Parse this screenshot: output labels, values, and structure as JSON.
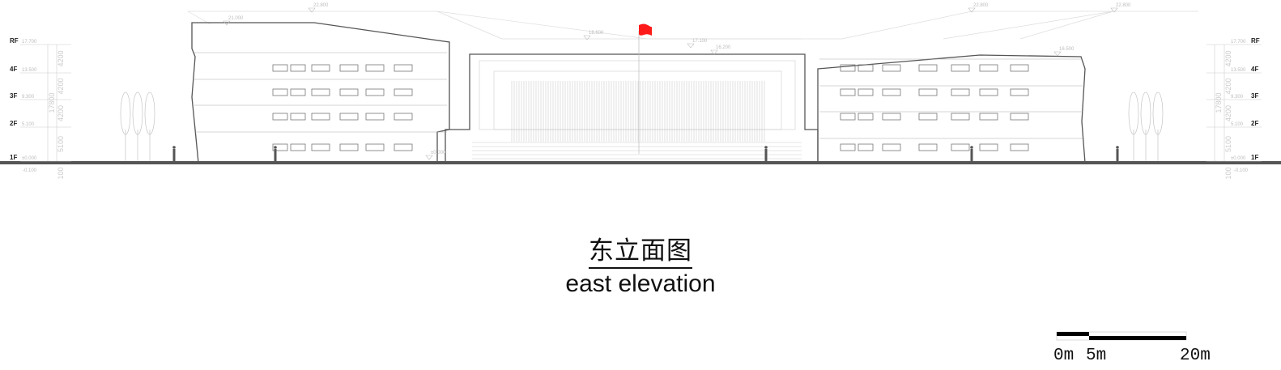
{
  "title": {
    "chinese": "东立面图",
    "english": "east elevation"
  },
  "flag_color": "#ff1a1a",
  "levels": [
    {
      "name": "RF",
      "elevation": "17.700"
    },
    {
      "name": "4F",
      "elevation": "13.500"
    },
    {
      "name": "3F",
      "elevation": "9.300"
    },
    {
      "name": "2F",
      "elevation": "5.100"
    },
    {
      "name": "1F",
      "elevation": "±0.000"
    }
  ],
  "ground_elevation": "-0.100",
  "floor_dimensions": [
    "4200",
    "4200",
    "4200",
    "5100"
  ],
  "total_height": "17800",
  "base_dimension": "100",
  "roof_marks": {
    "left_top": "22.800",
    "left_roof": "21.000",
    "center_top": "18.600",
    "center_mid": "17.100",
    "center_roof": "16.200",
    "right_top_1": "22.800",
    "right_top_2": "22.800",
    "right_roof": "16.500",
    "entry": "±0.000"
  },
  "scale_bar": {
    "labels": [
      "0m",
      "5m",
      "20m"
    ]
  }
}
